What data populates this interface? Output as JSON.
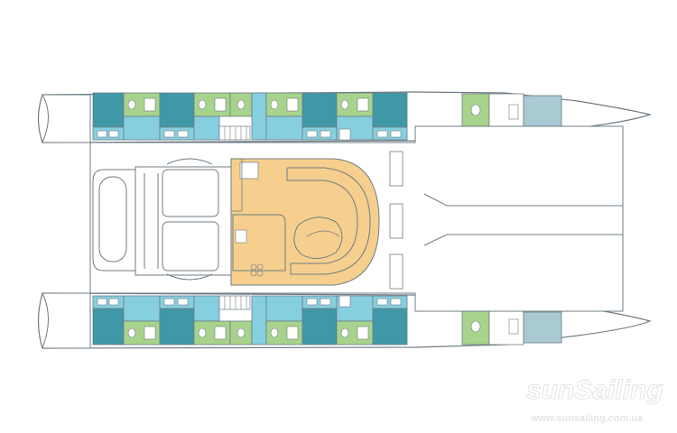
{
  "diagram": {
    "type": "catamaran-deck-plan",
    "hulls": [
      "port",
      "starboard"
    ],
    "cabins_per_hull": 4,
    "heads_per_hull": 5,
    "colors": {
      "hull_outline": "#6f7c84",
      "cabin_teal": "#3f98a8",
      "cabin_light": "#86cfe0",
      "head_green": "#a8d38c",
      "salon_tan": "#f6cf8e",
      "bow_blue": "#a9c9d3",
      "deck_white": "#ffffff",
      "watermark": "#d9dde0"
    },
    "icons": [
      "bed-icon",
      "toilet-icon",
      "shower-icon",
      "stairs-icon",
      "stove-icon",
      "sink-icon",
      "sofa-icon"
    ]
  },
  "watermark": {
    "brand": "sunSailing",
    "url": "www.sunsailing.com.ua"
  }
}
